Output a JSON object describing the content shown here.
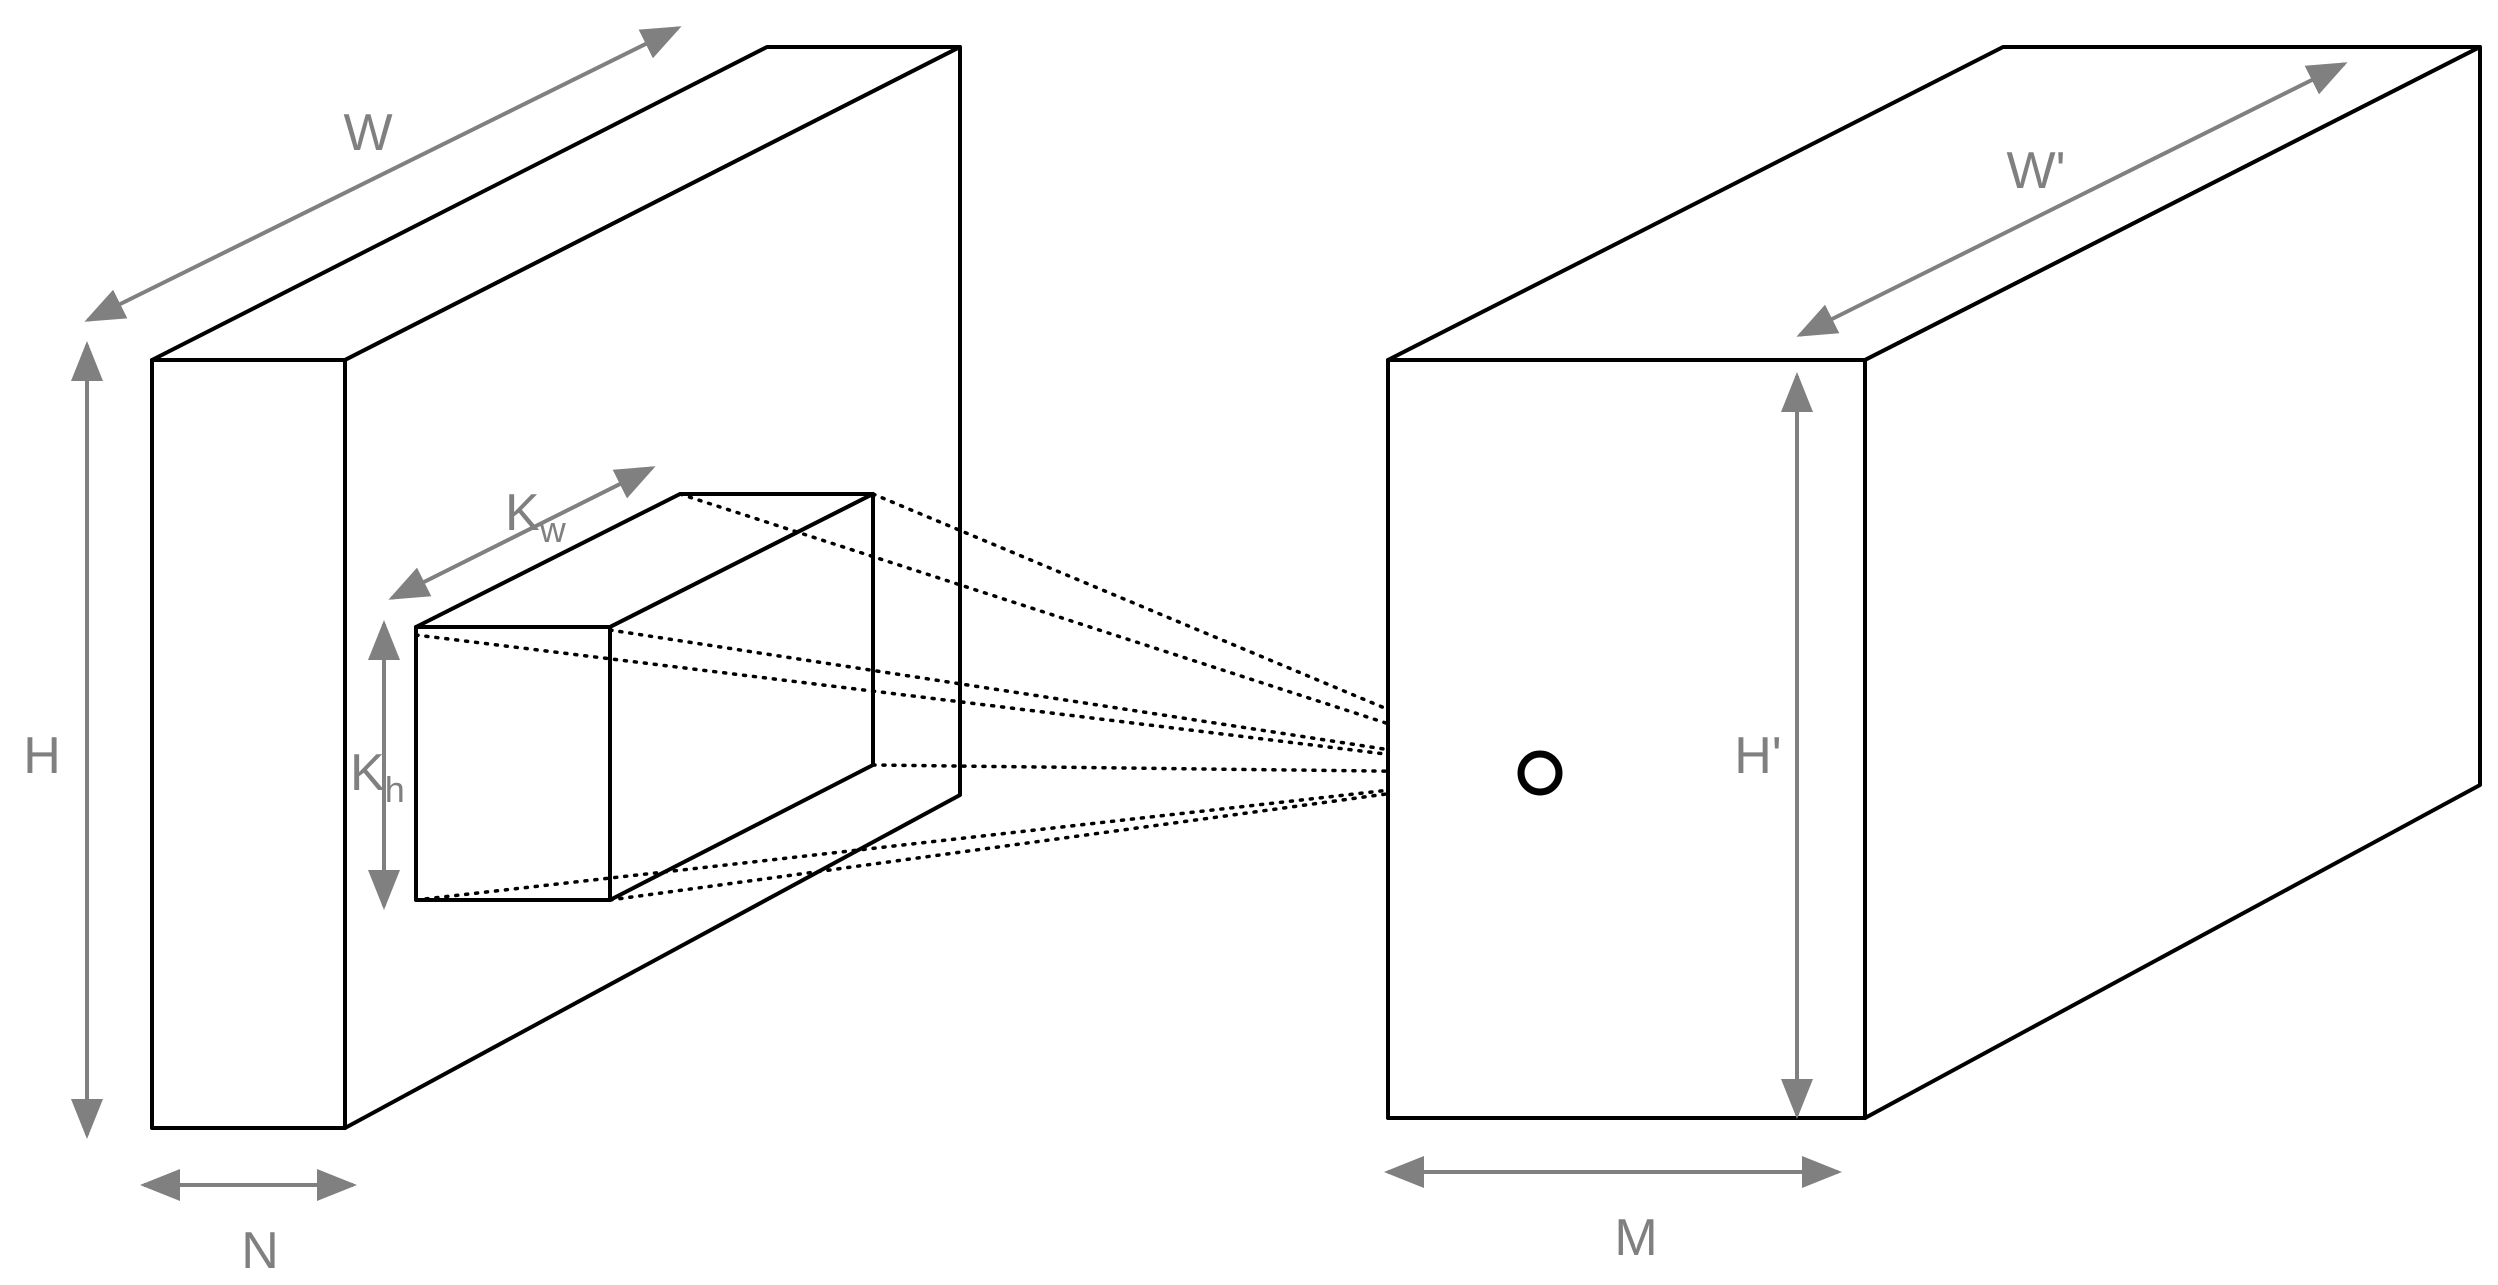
{
  "labels": {
    "input_width": "W",
    "input_height": "H",
    "input_channels": "N",
    "kernel_width_base": "K",
    "kernel_width_sub": "w",
    "kernel_height_base": "K",
    "kernel_height_sub": "h",
    "output_width": "W'",
    "output_height": "H'",
    "output_channels": "M"
  },
  "colors": {
    "outline": "#000000",
    "dimension": "#808080",
    "background": "#ffffff"
  }
}
